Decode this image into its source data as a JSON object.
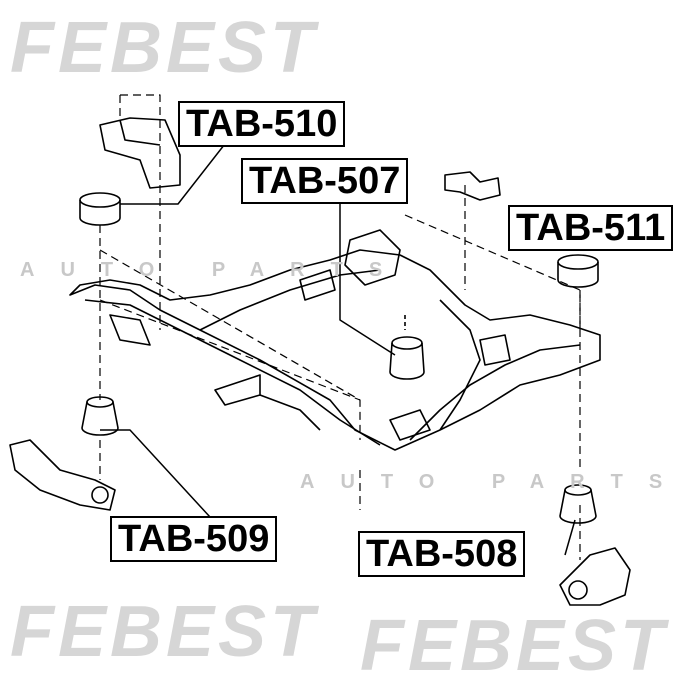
{
  "watermark": {
    "brand": "FEBEST",
    "tagline": "AUTO PARTS"
  },
  "labels": {
    "tab510": "TAB-510",
    "tab507": "TAB-507",
    "tab511": "TAB-511",
    "tab509": "TAB-509",
    "tab508": "TAB-508"
  }
}
